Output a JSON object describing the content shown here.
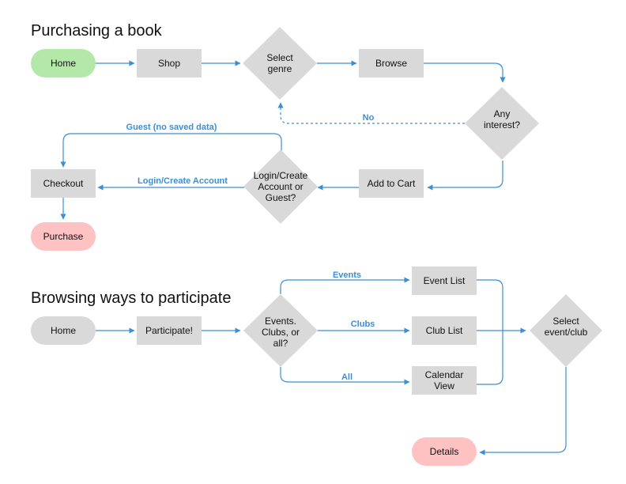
{
  "flow1": {
    "title": "Purchasing a book",
    "nodes": {
      "home": "Home",
      "shop": "Shop",
      "select_genre": [
        "Select",
        "genre"
      ],
      "browse": "Browse",
      "any_interest": [
        "Any",
        "interest?"
      ],
      "add_to_cart": "Add to Cart",
      "login": [
        "Login/Create",
        "Account or",
        "Guest?"
      ],
      "checkout": "Checkout",
      "purchase": "Purchase"
    },
    "edges": {
      "no": "No",
      "guest": "Guest (no saved data)",
      "login_create": "Login/Create Account"
    }
  },
  "flow2": {
    "title": "Browsing ways to participate",
    "nodes": {
      "home": "Home",
      "participate": "Participate!",
      "events_choice": [
        "Events.",
        "Clubs, or",
        "all?"
      ],
      "event_list": "Event List",
      "club_list": "Club List",
      "calendar_view": [
        "Calendar",
        "View"
      ],
      "select_event": [
        "Select",
        "event/club"
      ],
      "details": "Details"
    },
    "edges": {
      "events": "Events",
      "clubs": "Clubs",
      "all": "All"
    }
  },
  "colors": {
    "start": "#b3e8a8",
    "end": "#ffc2c2",
    "neutral": "#d9d9d9",
    "connector": "#3a8fd6"
  }
}
